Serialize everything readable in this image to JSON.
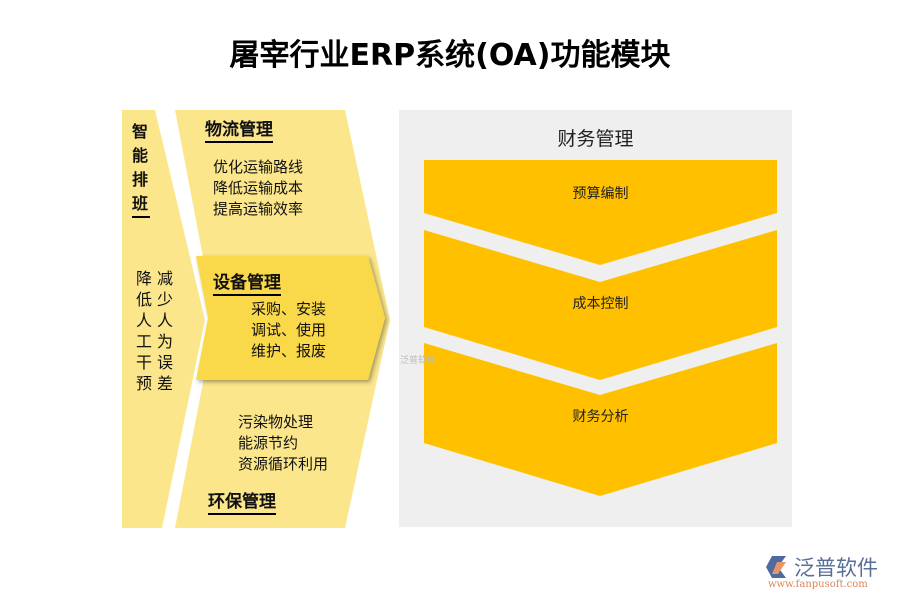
{
  "title": "屠宰行业ERP系统(OA)功能模块",
  "left": {
    "strip": {
      "heading": "智能排班",
      "col1": "降低人工干预",
      "col2": "减少人为误差"
    },
    "logistics": {
      "heading": "物流管理",
      "items": [
        "优化运输路线",
        "降低运输成本",
        "提高运输效率"
      ]
    },
    "equipment": {
      "heading": "设备管理",
      "items": [
        "采购、安装",
        "调试、使用",
        "维护、报废"
      ]
    },
    "environment": {
      "heading": "环保管理",
      "items": [
        "污染物处理",
        "能源节约",
        "资源循环利用"
      ]
    }
  },
  "right": {
    "heading": "财务管理",
    "steps": [
      "预算编制",
      "成本控制",
      "财务分析"
    ]
  },
  "watermark": "泛普软件",
  "logo": {
    "name": "泛普软件",
    "url": "www.fanpusoft.com"
  },
  "colors": {
    "light": "#FBE68C",
    "highlight": "#F9D84A",
    "chevron": "#FFC000",
    "panel": "#EFEFEF"
  }
}
